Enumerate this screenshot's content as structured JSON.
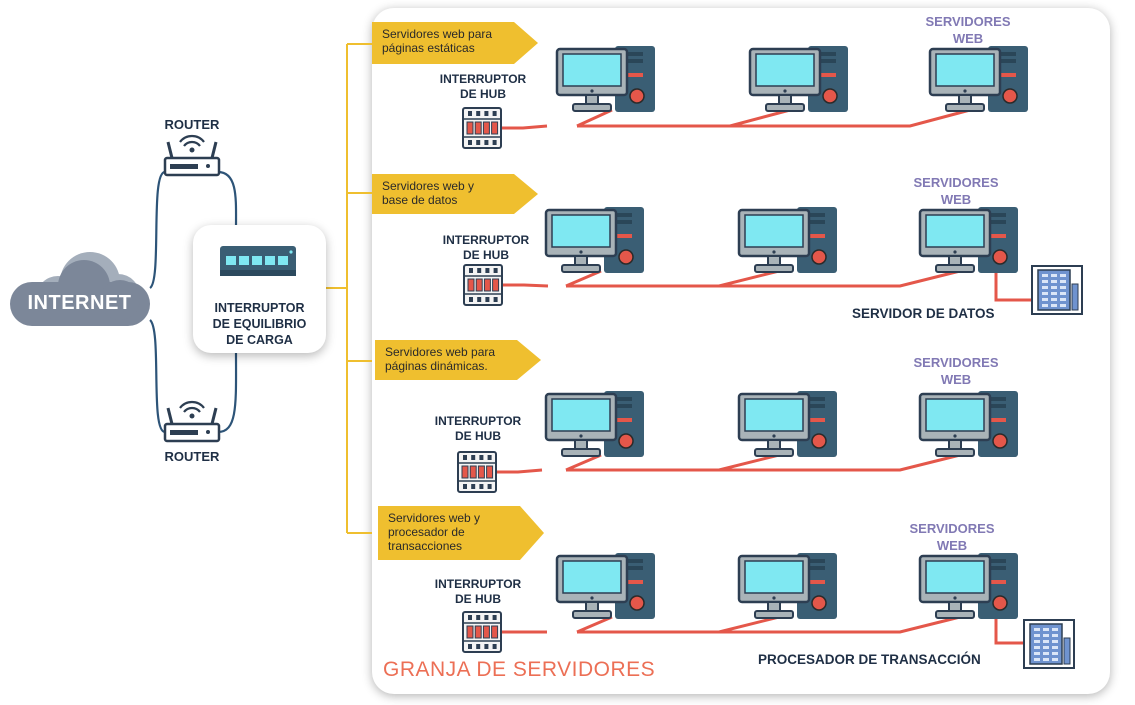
{
  "internet_label": "INTERNET",
  "router_top_label": "ROUTER",
  "router_bottom_label": "ROUTER",
  "load_balancer": {
    "line1": "INTERRUPTOR",
    "line2": "DE EQUILIBRIO",
    "line3": "DE CARGA"
  },
  "farm_title": "GRANJA DE SERVIDORES",
  "rows": [
    {
      "tag_lines": [
        "Servidores web para",
        "páginas estáticas"
      ],
      "hub_label": [
        "INTERRUPTOR",
        "DE HUB"
      ],
      "web_label": [
        "SERVIDORES",
        "WEB"
      ]
    },
    {
      "tag_lines": [
        "Servidores web y",
        "base de datos"
      ],
      "hub_label": [
        "INTERRUPTOR",
        "DE HUB"
      ],
      "web_label": [
        "SERVIDORES",
        "WEB"
      ],
      "extra_label": "SERVIDOR DE DATOS"
    },
    {
      "tag_lines": [
        "Servidores web para",
        "páginas dinámicas."
      ],
      "hub_label": [
        "INTERRUPTOR",
        "DE HUB"
      ],
      "web_label": [
        "SERVIDORES",
        "WEB"
      ]
    },
    {
      "tag_lines": [
        "Servidores web y",
        "procesador de",
        "transacciones"
      ],
      "hub_label": [
        "INTERRUPTOR",
        "DE HUB"
      ],
      "web_label": [
        "SERVIDORES",
        "WEB"
      ],
      "extra_label": "PROCESADOR DE TRANSACCIÓN"
    }
  ],
  "colors": {
    "cable_blue": "#2d5478",
    "bracket_yellow": "#efbf2f",
    "link_red": "#e4574a",
    "monitor_screen": "#7fe8f2",
    "tower": "#3a5e74",
    "web_label": "#8179b4",
    "farm_title": "#ec6f55"
  }
}
